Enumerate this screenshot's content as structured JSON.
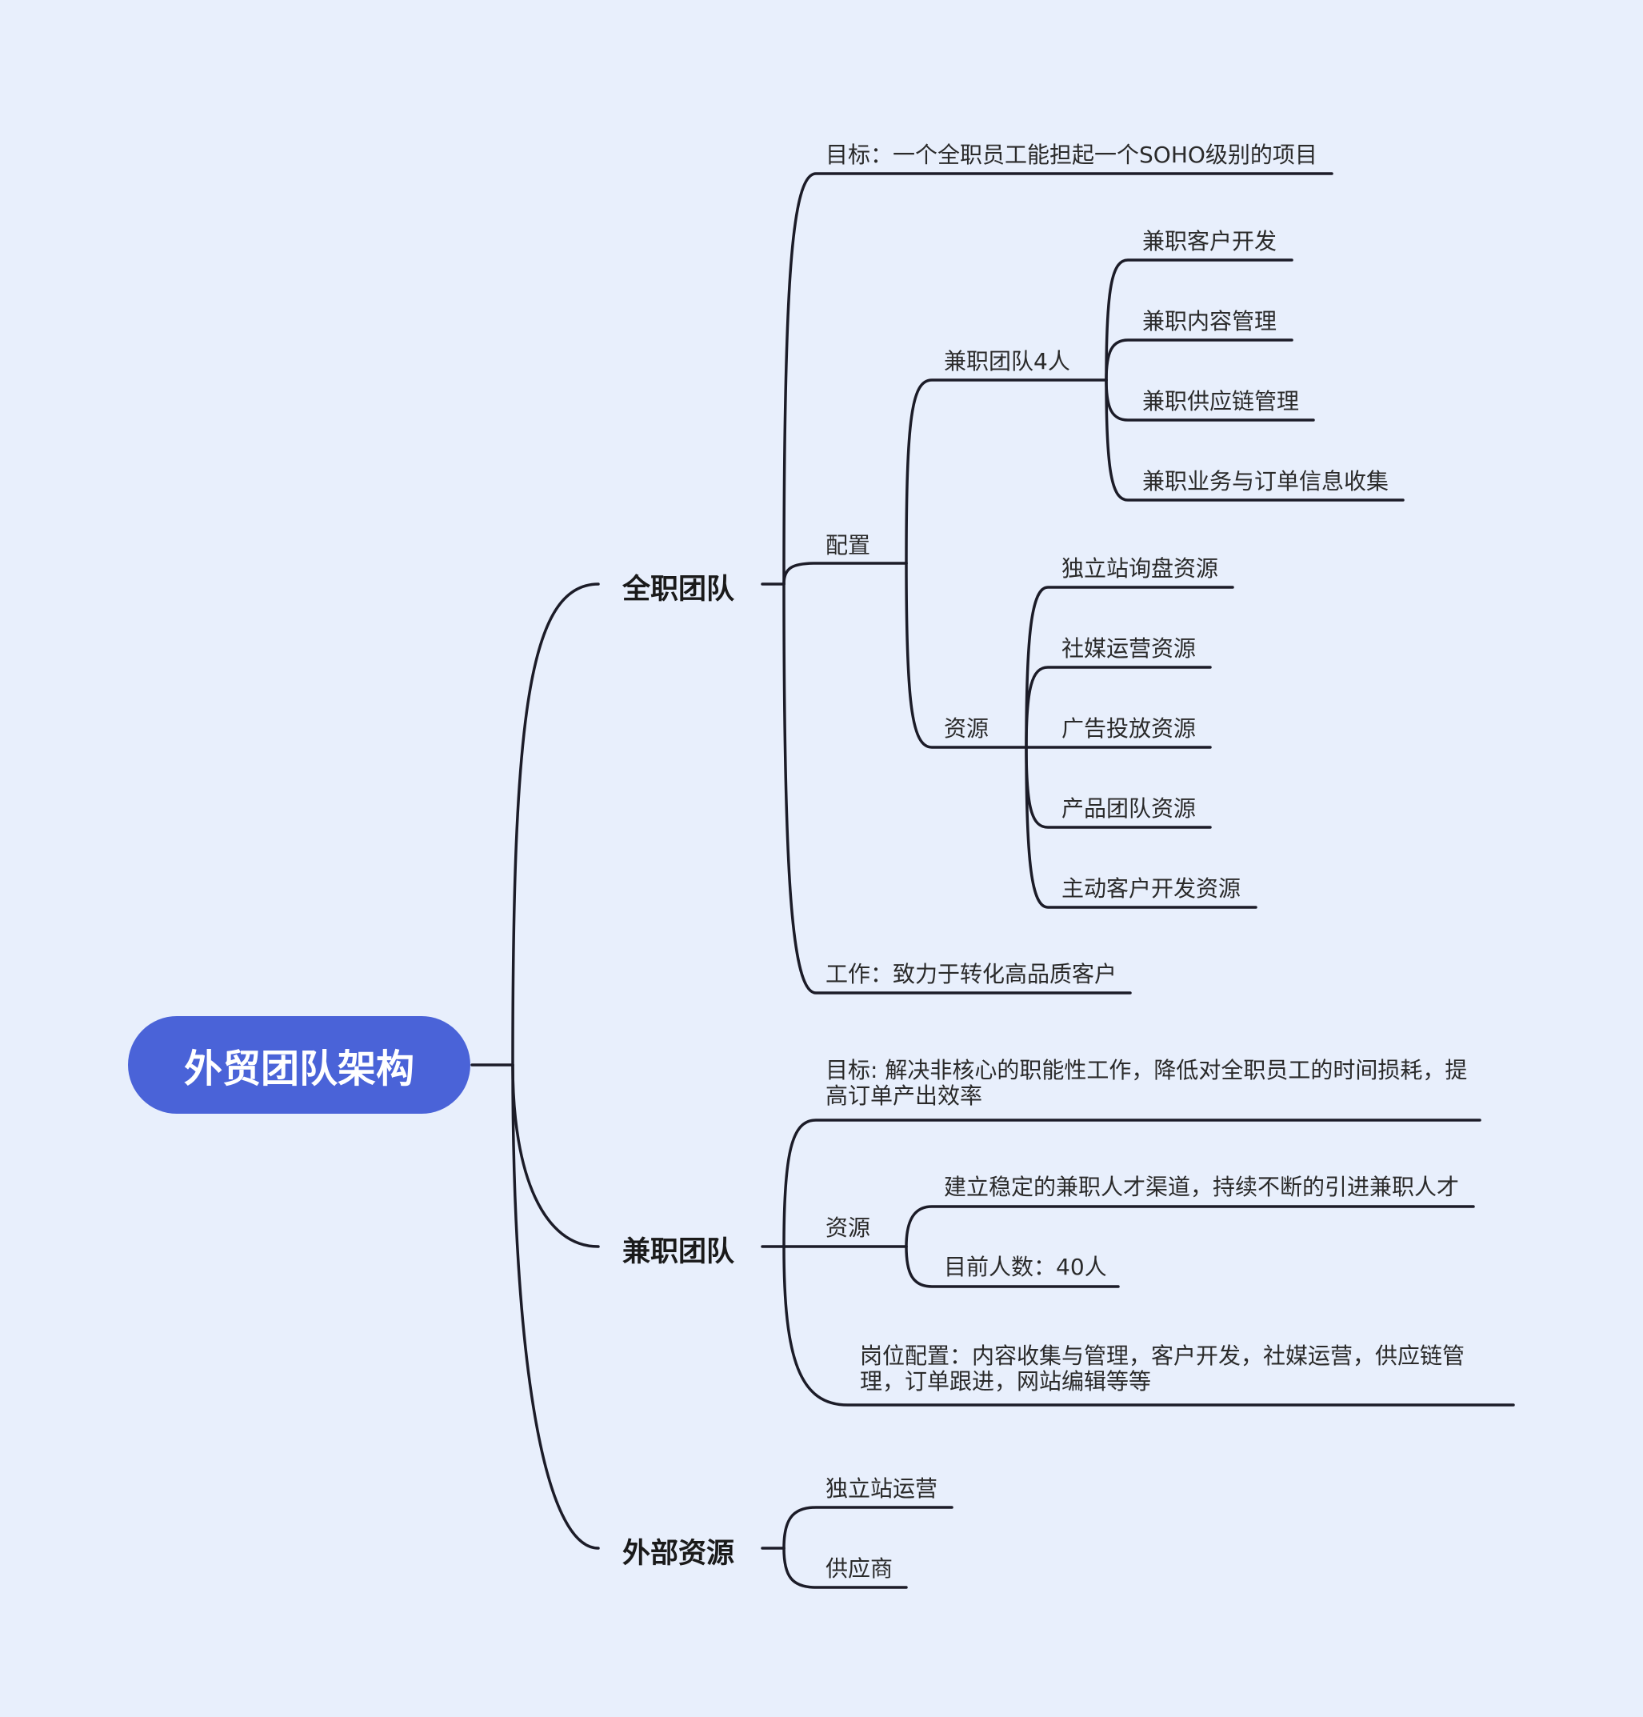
{
  "colors": {
    "background": "#e8effc",
    "root_fill": "#4a63d8",
    "root_text": "#ffffff",
    "line": "#1c1c28"
  },
  "root": {
    "label": "外贸团队架构"
  },
  "full_time": {
    "label": "全职团队",
    "goal": "目标：一个全职员工能担起一个SOHO级别的项目",
    "config": {
      "label": "配置",
      "part_team": {
        "label": "兼职团队4人",
        "items": [
          "兼职客户开发",
          "兼职内容管理",
          "兼职供应链管理",
          "兼职业务与订单信息收集"
        ]
      },
      "resources": {
        "label": "资源",
        "items": [
          "独立站询盘资源",
          "社媒运营资源",
          "广告投放资源",
          "产品团队资源",
          "主动客户开发资源"
        ]
      }
    },
    "work": "工作：致力于转化高品质客户"
  },
  "part_time": {
    "label": "兼职团队",
    "goal": "目标: 解决非核心的职能性工作，降低对全职员工的时间损耗，提高订单产出效率",
    "resources": {
      "label": "资源",
      "items": [
        "建立稳定的兼职人才渠道，持续不断的引进兼职人才",
        "目前人数：40人"
      ]
    },
    "positions": "岗位配置：内容收集与管理，客户开发，社媒运营，供应链管理，订单跟进，网站编辑等等"
  },
  "external": {
    "label": "外部资源",
    "items": [
      "独立站运营",
      "供应商"
    ]
  }
}
